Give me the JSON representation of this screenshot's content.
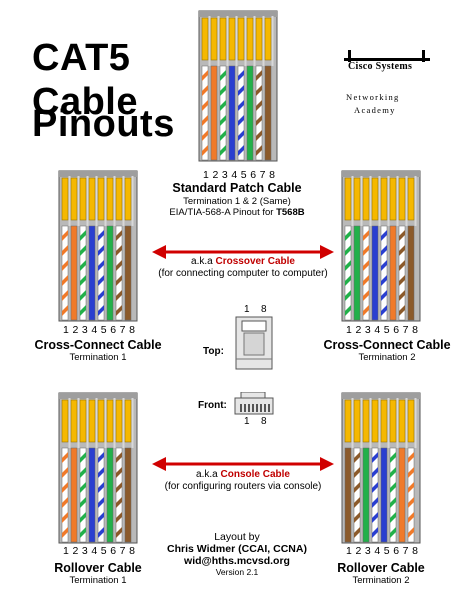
{
  "title": {
    "line1": "CAT5",
    "line2": "Cable",
    "line3": "Pinouts"
  },
  "logo": {
    "brand": "Cisco Systems",
    "line1": "Networking",
    "line2": "Academy"
  },
  "pin_numbers": "12345678",
  "standard": {
    "name": "Standard Patch Cable",
    "sub1": "Termination 1 & 2 (Same)",
    "sub2_prefix": "EIA/TIA-568-A Pinout for ",
    "sub2_bold": "T568B"
  },
  "crossover": {
    "prefix": "a.k.a ",
    "name": "Crossover Cable",
    "desc": "(for connecting computer to computer)"
  },
  "cc_left": {
    "name": "Cross-Connect Cable",
    "sub": "Termination 1"
  },
  "cc_right": {
    "name": "Cross-Connect Cable",
    "sub": "Termination 2"
  },
  "views": {
    "top": "Top:",
    "front": "Front:",
    "pin1": "1",
    "pin8": "8"
  },
  "console": {
    "prefix": "a.k.a ",
    "name": "Console Cable",
    "desc": "(for configuring routers via console)"
  },
  "rollover_left": {
    "name": "Rollover Cable",
    "sub": "Termination 1"
  },
  "rollover_right": {
    "name": "Rollover Cable",
    "sub": "Termination 2"
  },
  "credit": {
    "line1": "Layout by",
    "line2": "Chris Widmer (CCAI, CCNA)",
    "line3": "wid@hths.mcvsd.org",
    "line4": "Version 2.1"
  },
  "colors": {
    "orange": "#f07a2a",
    "green": "#22b04a",
    "blue": "#2a3fd0",
    "brown": "#8b5a2b",
    "white": "#ffffff",
    "gold": "#f5b800",
    "plug": "#b9b9b9",
    "arrow": "#d00000"
  },
  "wiring": {
    "t568b": [
      "wo",
      "o",
      "wg",
      "b",
      "wb",
      "g",
      "wbr",
      "br"
    ],
    "t568a": [
      "wg",
      "g",
      "wo",
      "b",
      "wb",
      "o",
      "wbr",
      "br"
    ],
    "rollover_left": [
      "wo",
      "o",
      "wg",
      "b",
      "wb",
      "g",
      "wbr",
      "br"
    ],
    "rollover_right": [
      "br",
      "wbr",
      "g",
      "wb",
      "b",
      "wg",
      "o",
      "wo"
    ]
  }
}
